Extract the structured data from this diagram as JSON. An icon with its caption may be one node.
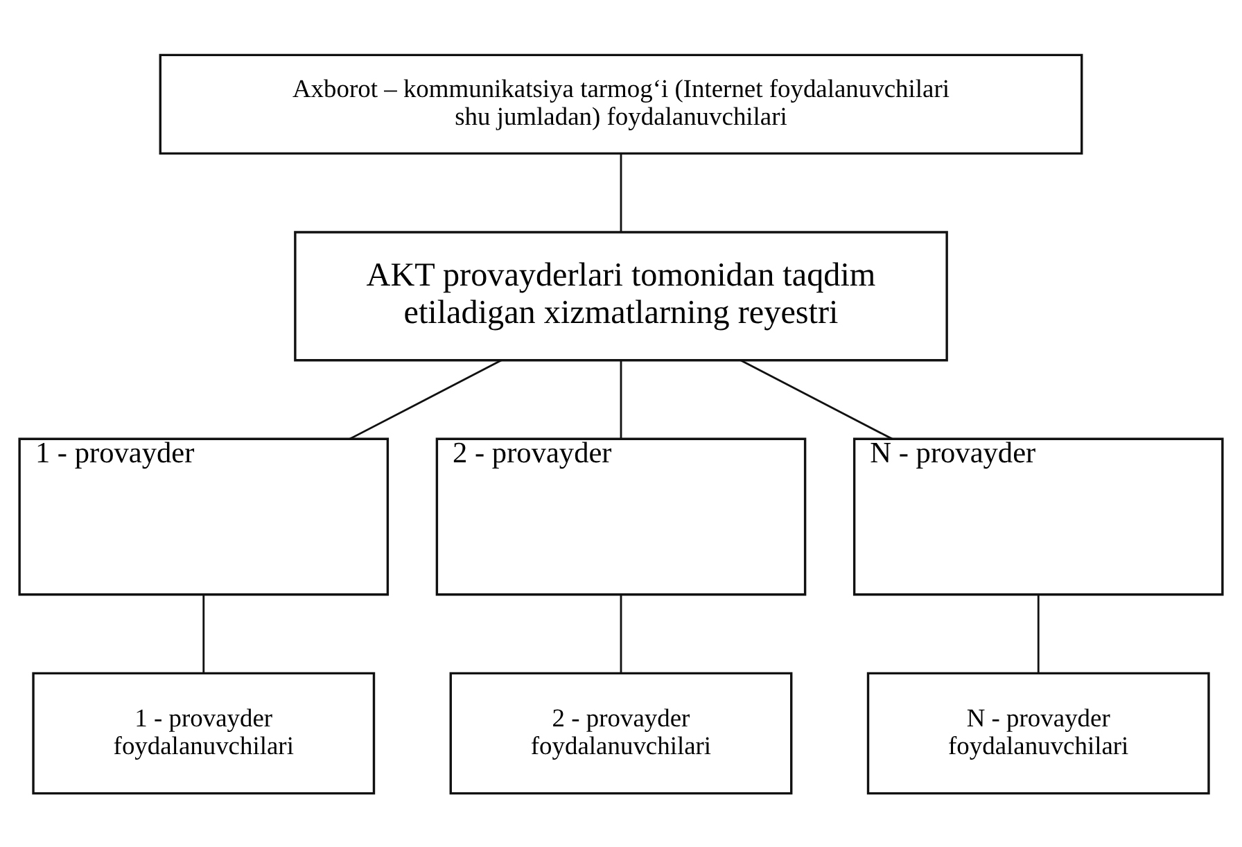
{
  "diagram": {
    "nodes": [
      {
        "text": [
          "Axborot – kommunikatsiya tarmog‘i (Internet foydalanuvchilari shu jumladan) foydalanuvchilari"
        ]
      },
      {
        "text": [
          "AKT provayderlari tomonidan taqdim etiladigan xizmatlarning reyestri"
        ]
      },
      {
        "text": [
          "1 - provayder"
        ]
      },
      {
        "text": [
          "2 - provayder"
        ]
      },
      {
        "text": [
          "N - provayder"
        ]
      },
      {
        "text": [
          "1 - provayder foydalanuvchilari"
        ]
      },
      {
        "text": [
          "2 - provayder foydalanuvchilari"
        ]
      },
      {
        "text": [
          "N - provayder foydalanuvchilari"
        ]
      }
    ],
    "edges": [
      {
        "from": 0,
        "to": 1,
        "arrow": "none"
      },
      {
        "from": 1,
        "to": 2,
        "arrow": "none"
      },
      {
        "from": 1,
        "to": 3,
        "arrow": "none"
      },
      {
        "from": 1,
        "to": 4,
        "arrow": "none"
      },
      {
        "from": 2,
        "to": 5,
        "arrow": "none"
      },
      {
        "from": 3,
        "to": 6,
        "arrow": "none"
      },
      {
        "from": 4,
        "to": 7,
        "arrow": "none"
      }
    ]
  }
}
